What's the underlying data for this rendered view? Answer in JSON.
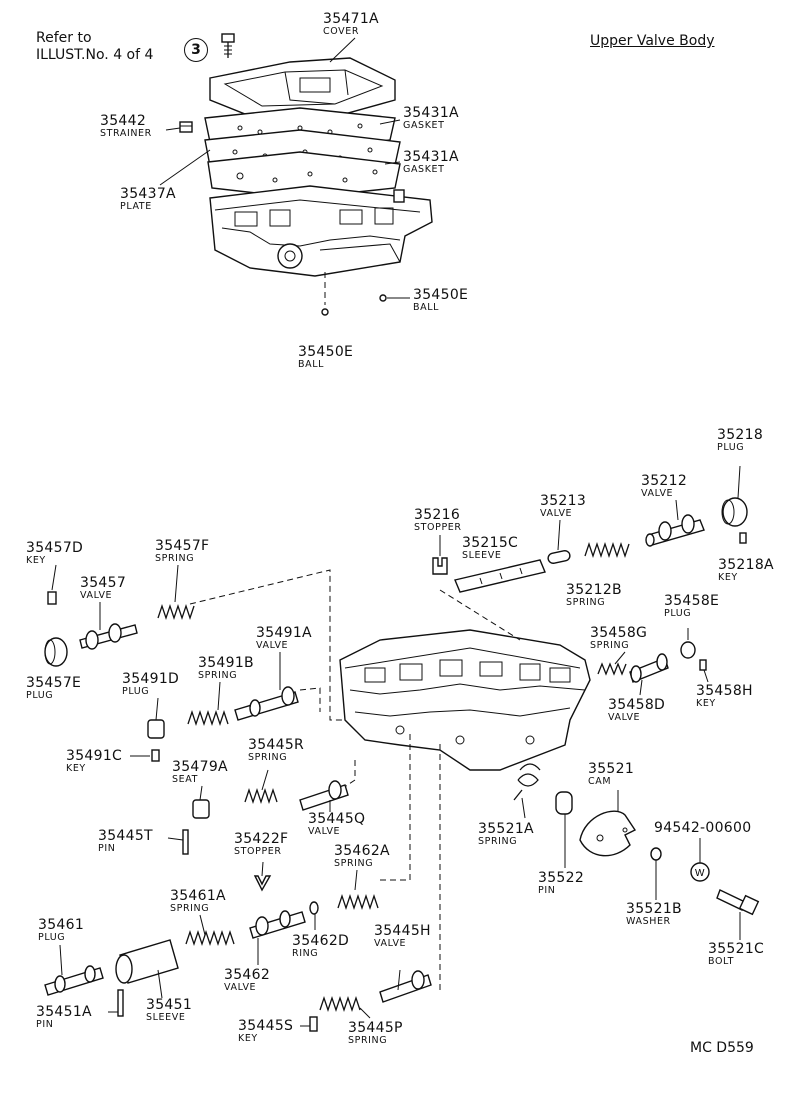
{
  "header": {
    "refer_line1": "Refer to",
    "refer_line2": "ILLUST.No. 4 of 4",
    "refer_circle": "3",
    "title": "Upper Valve Body",
    "code": "MC  D559"
  },
  "labels": [
    {
      "id": "35471A",
      "part": "35471A",
      "name": "COVER"
    },
    {
      "id": "35442",
      "part": "35442",
      "name": "STRAINER"
    },
    {
      "id": "35431A-1",
      "part": "35431A",
      "name": "GASKET"
    },
    {
      "id": "35431A-2",
      "part": "35431A",
      "name": "GASKET"
    },
    {
      "id": "35437A",
      "part": "35437A",
      "name": "PLATE"
    },
    {
      "id": "35450E-1",
      "part": "35450E",
      "name": "BALL"
    },
    {
      "id": "35450E-2",
      "part": "35450E",
      "name": "BALL"
    },
    {
      "id": "35218",
      "part": "35218",
      "name": "PLUG"
    },
    {
      "id": "35212",
      "part": "35212",
      "name": "VALVE"
    },
    {
      "id": "35213",
      "part": "35213",
      "name": "VALVE"
    },
    {
      "id": "35216",
      "part": "35216",
      "name": "STOPPER"
    },
    {
      "id": "35215C",
      "part": "35215C",
      "name": "SLEEVE"
    },
    {
      "id": "35212B",
      "part": "35212B",
      "name": "SPRING"
    },
    {
      "id": "35218A",
      "part": "35218A",
      "name": "KEY"
    },
    {
      "id": "35457D",
      "part": "35457D",
      "name": "KEY"
    },
    {
      "id": "35457F",
      "part": "35457F",
      "name": "SPRING"
    },
    {
      "id": "35457",
      "part": "35457",
      "name": "VALVE"
    },
    {
      "id": "35457E",
      "part": "35457E",
      "name": "PLUG"
    },
    {
      "id": "35491A",
      "part": "35491A",
      "name": "VALVE"
    },
    {
      "id": "35491B",
      "part": "35491B",
      "name": "SPRING"
    },
    {
      "id": "35491D",
      "part": "35491D",
      "name": "PLUG"
    },
    {
      "id": "35491C",
      "part": "35491C",
      "name": "KEY"
    },
    {
      "id": "35479A",
      "part": "35479A",
      "name": "SEAT"
    },
    {
      "id": "35445R",
      "part": "35445R",
      "name": "SPRING"
    },
    {
      "id": "35445Q",
      "part": "35445Q",
      "name": "VALVE"
    },
    {
      "id": "35445T",
      "part": "35445T",
      "name": "PIN"
    },
    {
      "id": "35422F",
      "part": "35422F",
      "name": "STOPPER"
    },
    {
      "id": "35462A",
      "part": "35462A",
      "name": "SPRING"
    },
    {
      "id": "35461A",
      "part": "35461A",
      "name": "SPRING"
    },
    {
      "id": "35461",
      "part": "35461",
      "name": "PLUG"
    },
    {
      "id": "35462D",
      "part": "35462D",
      "name": "RING"
    },
    {
      "id": "35462",
      "part": "35462",
      "name": "VALVE"
    },
    {
      "id": "35445H",
      "part": "35445H",
      "name": "VALVE"
    },
    {
      "id": "35451A",
      "part": "35451A",
      "name": "PIN"
    },
    {
      "id": "35451",
      "part": "35451",
      "name": "SLEEVE"
    },
    {
      "id": "35445S",
      "part": "35445S",
      "name": "KEY"
    },
    {
      "id": "35445P",
      "part": "35445P",
      "name": "SPRING"
    },
    {
      "id": "35458E",
      "part": "35458E",
      "name": "PLUG"
    },
    {
      "id": "35458G",
      "part": "35458G",
      "name": "SPRING"
    },
    {
      "id": "35458D",
      "part": "35458D",
      "name": "VALVE"
    },
    {
      "id": "35458H",
      "part": "35458H",
      "name": "KEY"
    },
    {
      "id": "35521",
      "part": "35521",
      "name": "CAM"
    },
    {
      "id": "35521A",
      "part": "35521A",
      "name": "SPRING"
    },
    {
      "id": "35522",
      "part": "35522",
      "name": "PIN"
    },
    {
      "id": "94542-00600",
      "part": "94542-00600",
      "name": ""
    },
    {
      "id": "35521B",
      "part": "35521B",
      "name": "WASHER"
    },
    {
      "id": "35521C",
      "part": "35521C",
      "name": "BOLT"
    }
  ]
}
